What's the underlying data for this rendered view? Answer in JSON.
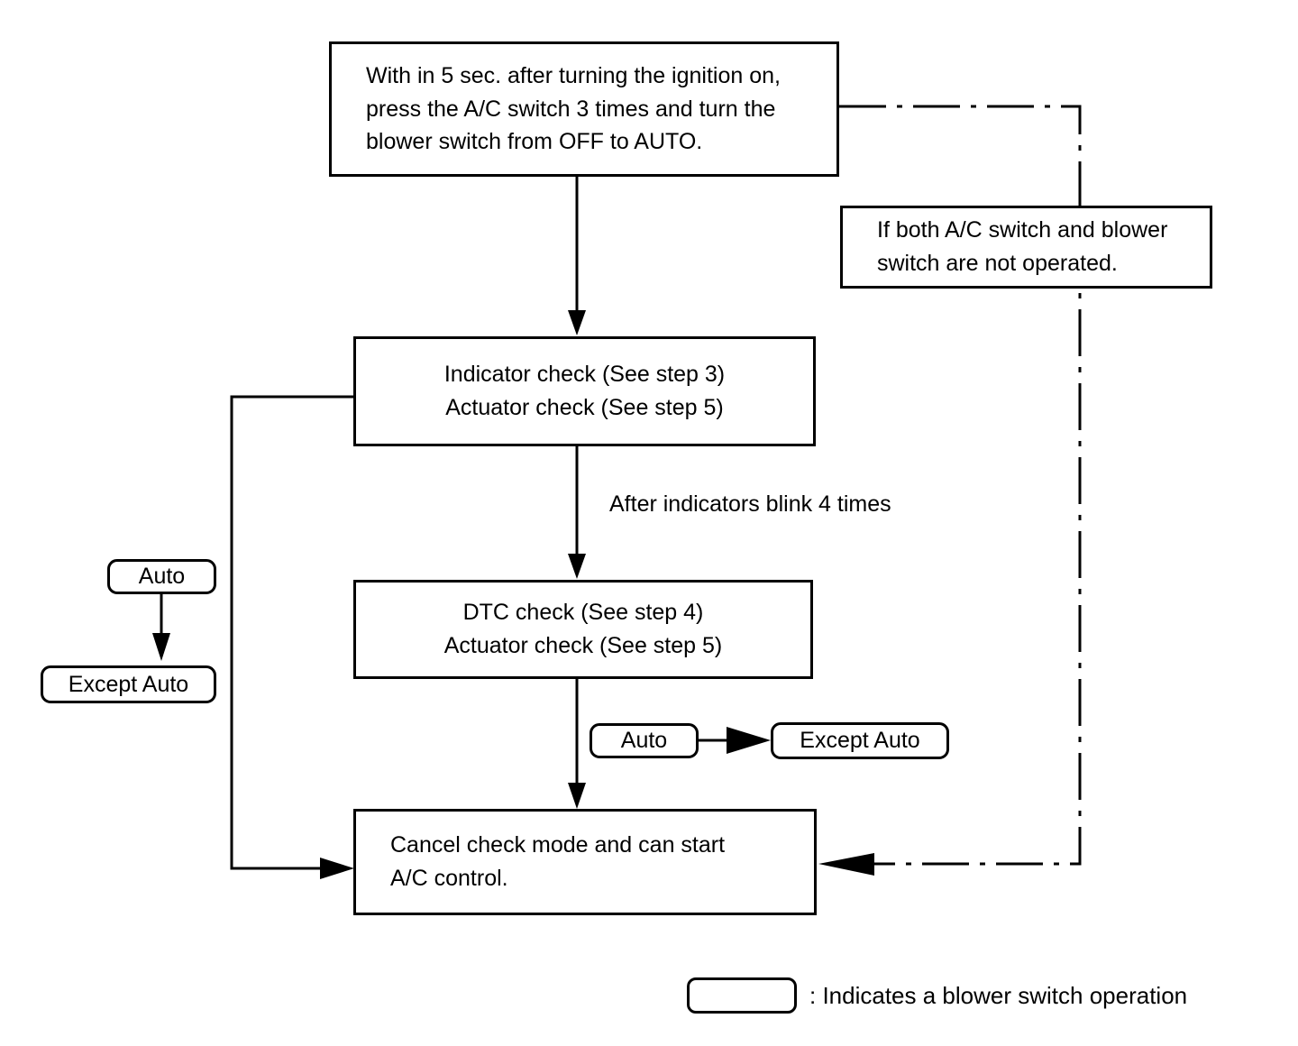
{
  "diagram": {
    "title": "A/C self-diagnosis check mode flowchart",
    "ink_color": "#000000",
    "background_color": "#ffffff",
    "nodes": [
      {
        "id": "start",
        "shape": "rectangle",
        "lines": [
          "With in 5 sec. after turning the ignition on,",
          "press the A/C switch 3 times and turn the",
          "blower switch from OFF to AUTO."
        ]
      },
      {
        "id": "condition-note",
        "shape": "rectangle",
        "lines": [
          "If both A/C switch and blower",
          "switch are not operated."
        ]
      },
      {
        "id": "indicator-check",
        "shape": "rectangle",
        "lines": [
          "Indicator check (See step 3)",
          "Actuator check (See step 5)"
        ]
      },
      {
        "id": "dtc-check",
        "shape": "rectangle",
        "lines": [
          "DTC check (See step 4)",
          "Actuator check (See step 5)"
        ]
      },
      {
        "id": "cancel",
        "shape": "rectangle",
        "lines": [
          "Cancel check mode and can start",
          "A/C control."
        ]
      }
    ],
    "pills": [
      {
        "id": "auto-left",
        "label": "Auto"
      },
      {
        "id": "except-auto-left",
        "label": "Except Auto"
      },
      {
        "id": "auto-mid",
        "label": "Auto"
      },
      {
        "id": "except-auto-mid",
        "label": "Except Auto"
      }
    ],
    "edge_labels": [
      {
        "id": "blink-label",
        "text": "After indicators blink 4 times"
      }
    ],
    "legend": {
      "symbol_shape": "rounded-rectangle",
      "text": ": Indicates a blower switch operation"
    }
  }
}
